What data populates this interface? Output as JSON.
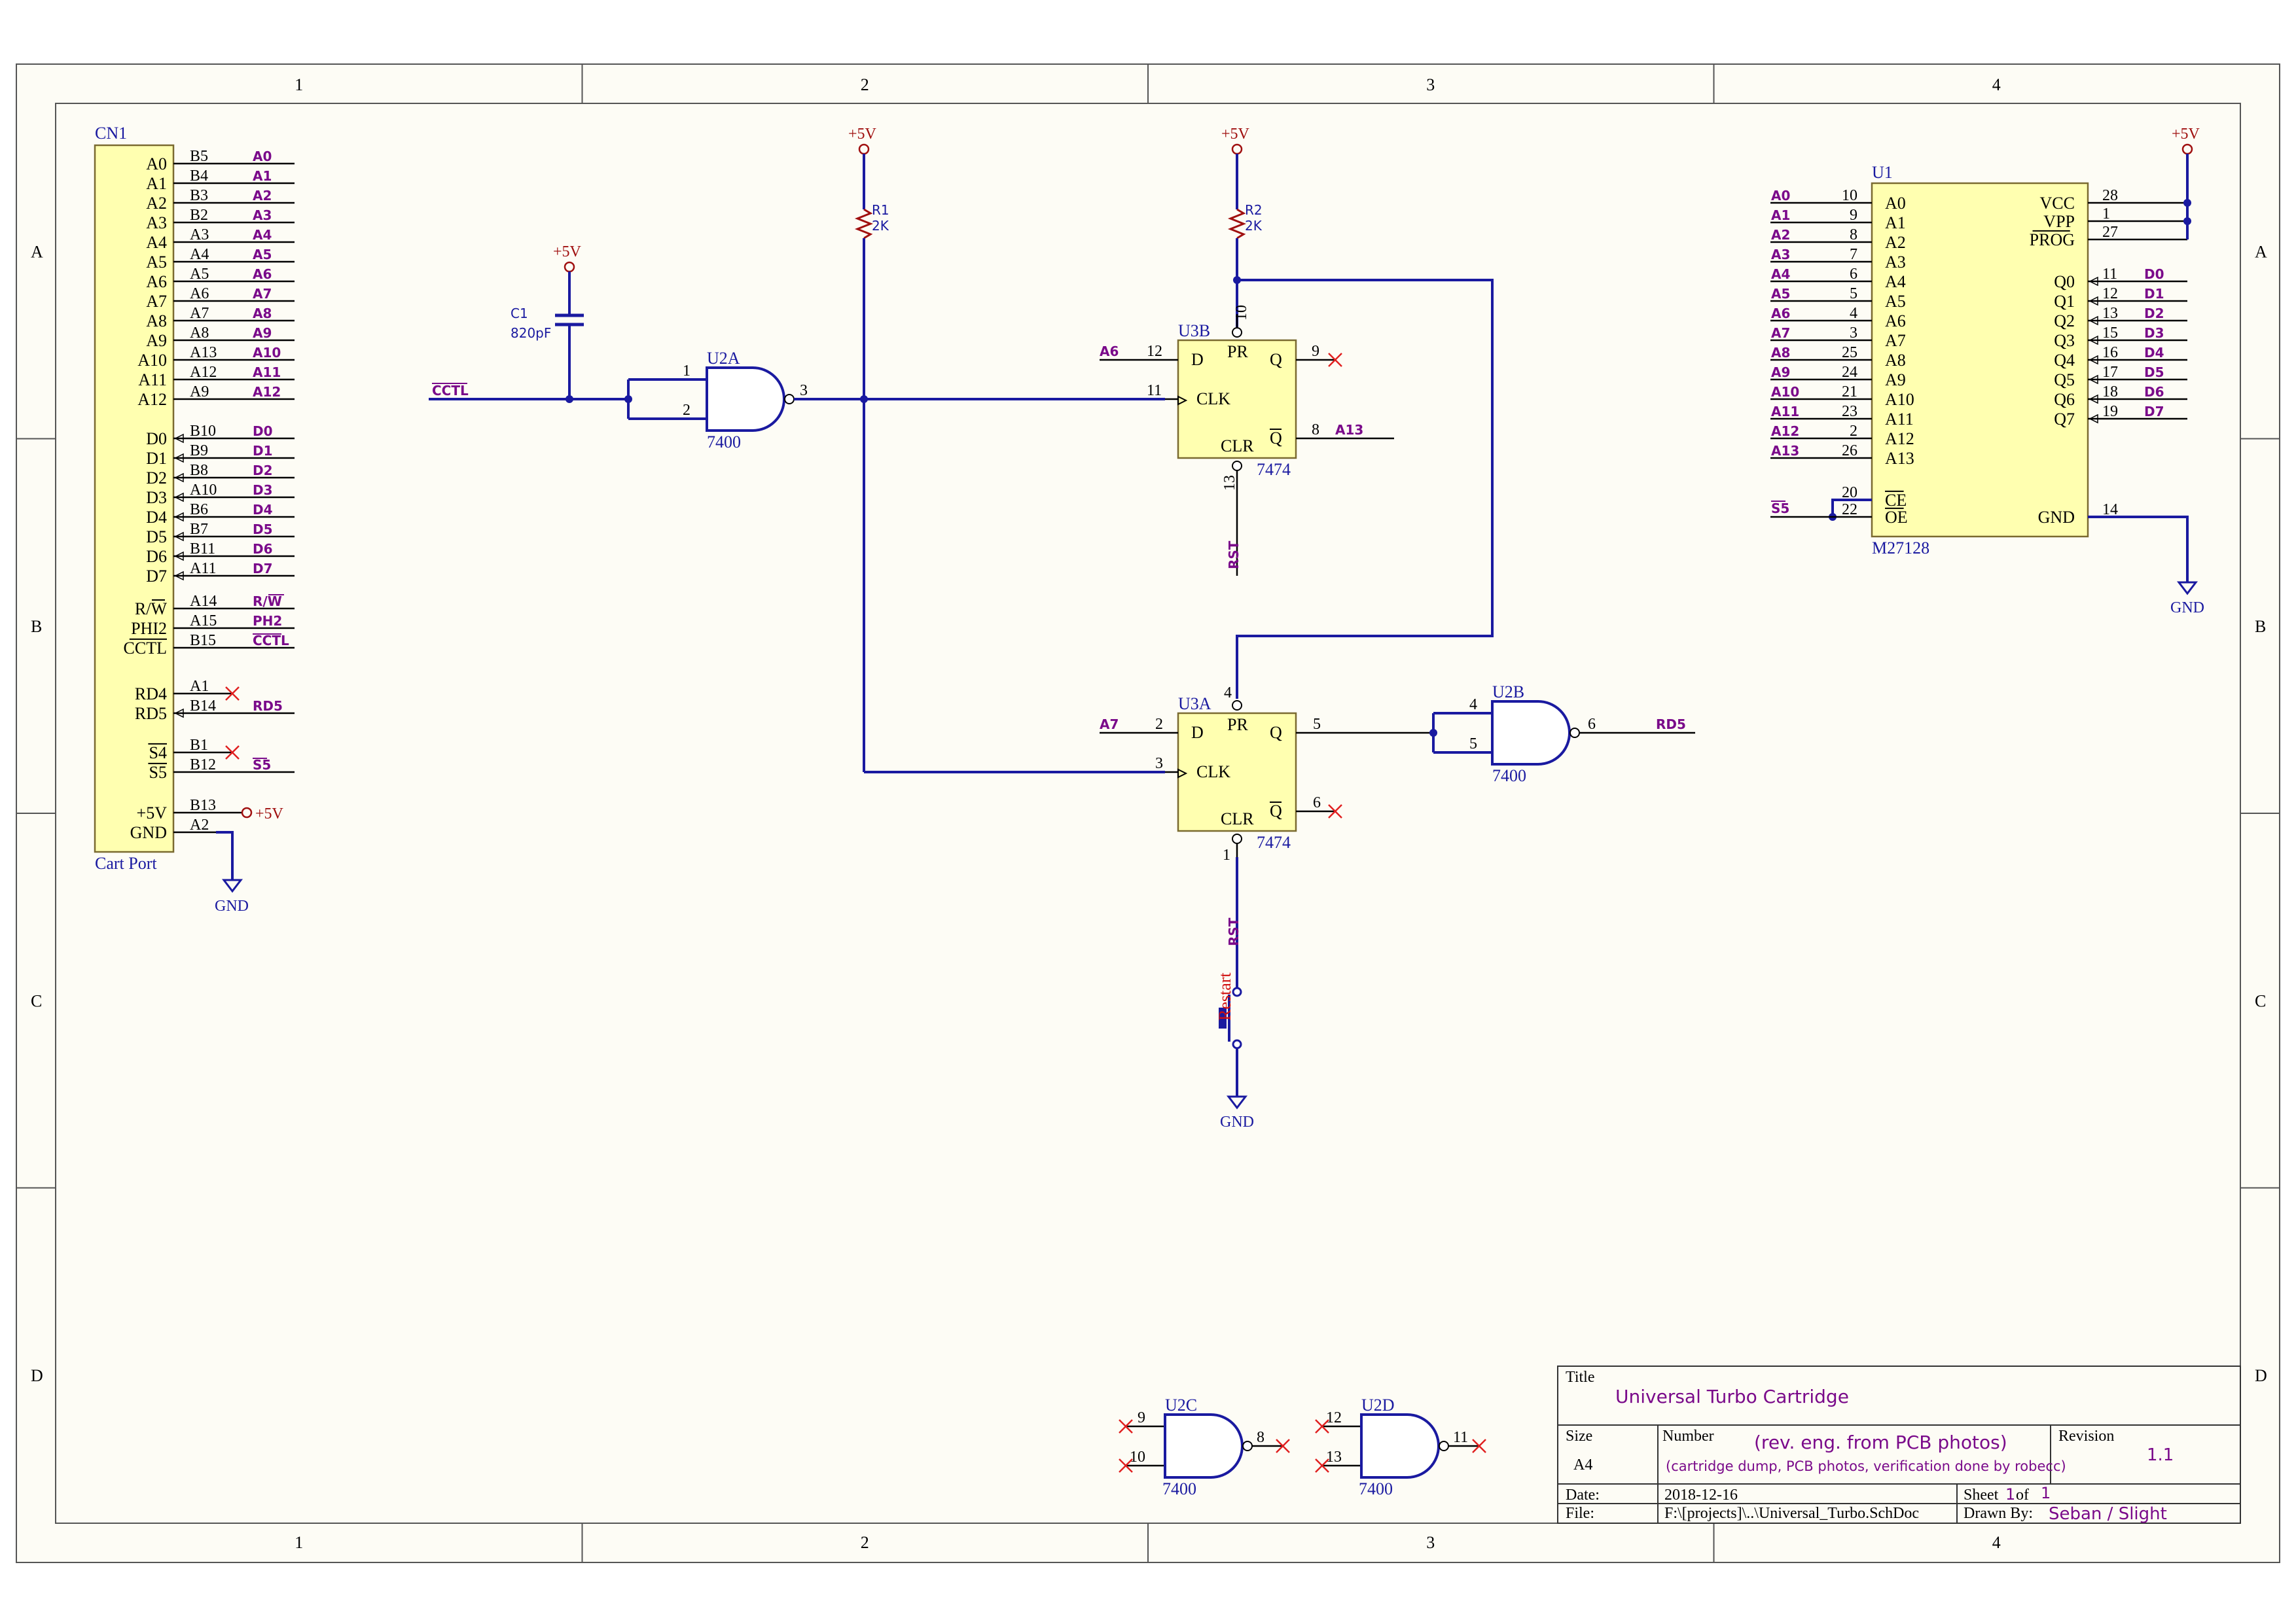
{
  "zones": {
    "columns": [
      "1",
      "2",
      "3",
      "4"
    ],
    "rows": [
      "A",
      "B",
      "C",
      "D"
    ]
  },
  "cn1": {
    "designator": "CN1",
    "comment": "Cart Port",
    "address_pins": [
      {
        "name": "A0",
        "pin": "B5",
        "net": "A0"
      },
      {
        "name": "A1",
        "pin": "B4",
        "net": "A1"
      },
      {
        "name": "A2",
        "pin": "B3",
        "net": "A2"
      },
      {
        "name": "A3",
        "pin": "B2",
        "net": "A3"
      },
      {
        "name": "A4",
        "pin": "A3",
        "net": "A4"
      },
      {
        "name": "A5",
        "pin": "A4",
        "net": "A5"
      },
      {
        "name": "A6",
        "pin": "A5",
        "net": "A6"
      },
      {
        "name": "A7",
        "pin": "A6",
        "net": "A7"
      },
      {
        "name": "A8",
        "pin": "A7",
        "net": "A8"
      },
      {
        "name": "A9",
        "pin": "A8",
        "net": "A9"
      },
      {
        "name": "A10",
        "pin": "A13",
        "net": "A10"
      },
      {
        "name": "A11",
        "pin": "A12",
        "net": "A11"
      },
      {
        "name": "A12",
        "pin": "A9",
        "net": "A12"
      }
    ],
    "data_pins": [
      {
        "name": "D0",
        "pin": "B10",
        "net": "D0"
      },
      {
        "name": "D1",
        "pin": "B9",
        "net": "D1"
      },
      {
        "name": "D2",
        "pin": "B8",
        "net": "D2"
      },
      {
        "name": "D3",
        "pin": "A10",
        "net": "D3"
      },
      {
        "name": "D4",
        "pin": "B6",
        "net": "D4"
      },
      {
        "name": "D5",
        "pin": "B7",
        "net": "D5"
      },
      {
        "name": "D6",
        "pin": "B11",
        "net": "D6"
      },
      {
        "name": "D7",
        "pin": "A11",
        "net": "D7"
      }
    ],
    "control_pins": [
      {
        "name": "R/W",
        "pin": "A14",
        "net": "R/W"
      },
      {
        "name": "PHI2",
        "pin": "A15",
        "net": "PH2"
      },
      {
        "name": "CCTL",
        "pin": "B15",
        "net": "CCTL"
      }
    ],
    "rd_pins": [
      {
        "name": "RD4",
        "pin": "A1",
        "net": ""
      },
      {
        "name": "RD5",
        "pin": "B14",
        "net": "RD5"
      }
    ],
    "s_pins": [
      {
        "name": "S4",
        "pin": "B1",
        "net": ""
      },
      {
        "name": "S5",
        "pin": "B12",
        "net": "S5"
      }
    ],
    "power_pins": [
      {
        "name": "+5V",
        "pin": "B13",
        "net": "+5V"
      },
      {
        "name": "GND",
        "pin": "A2",
        "net": ""
      }
    ],
    "gnd_label": "GND"
  },
  "power": {
    "vcc": "+5V",
    "gnd": "GND"
  },
  "c1": {
    "designator": "C1",
    "value": "820pF",
    "supply": "+5V"
  },
  "r1": {
    "designator": "R1",
    "value": "2K",
    "supply": "+5V"
  },
  "r2": {
    "designator": "R2",
    "value": "2K",
    "supply": "+5V"
  },
  "cctl_net": "CCTL",
  "u2a": {
    "designator": "U2A",
    "part": "7400",
    "in1": "1",
    "in2": "2",
    "out": "3"
  },
  "u2b": {
    "designator": "U2B",
    "part": "7400",
    "in1": "4",
    "in2": "5",
    "out": "6",
    "out_net": "RD5"
  },
  "u2c": {
    "designator": "U2C",
    "part": "7400",
    "in1": "9",
    "in2": "10",
    "out": "8"
  },
  "u2d": {
    "designator": "U2D",
    "part": "7400",
    "in1": "12",
    "in2": "13",
    "out": "11"
  },
  "u3b": {
    "designator": "U3B",
    "part": "7474",
    "d_pin": "12",
    "d_net": "A6",
    "clk_pin": "11",
    "pr_pin": "10",
    "clr_pin": "13",
    "q_pin": "9",
    "qn_pin": "8",
    "qn_net": "A13",
    "clr_net": "RST",
    "labels": {
      "d": "D",
      "clk": "CLK",
      "pr": "PR",
      "clr": "CLR",
      "q": "Q",
      "qn": "Q"
    }
  },
  "u3a": {
    "designator": "U3A",
    "part": "7474",
    "d_pin": "2",
    "d_net": "A7",
    "clk_pin": "3",
    "pr_pin": "4",
    "clr_pin": "1",
    "q_pin": "5",
    "qn_pin": "6",
    "clr_net": "RST",
    "labels": {
      "d": "D",
      "clk": "CLK",
      "pr": "PR",
      "clr": "CLR",
      "q": "Q",
      "qn": "Q"
    }
  },
  "restart": {
    "label": "Restart",
    "gnd": "GND"
  },
  "u1": {
    "designator": "U1",
    "part": "M27128",
    "addr": [
      {
        "name": "A0",
        "pin": "10",
        "net": "A0"
      },
      {
        "name": "A1",
        "pin": "9",
        "net": "A1"
      },
      {
        "name": "A2",
        "pin": "8",
        "net": "A2"
      },
      {
        "name": "A3",
        "pin": "7",
        "net": "A3"
      },
      {
        "name": "A4",
        "pin": "6",
        "net": "A4"
      },
      {
        "name": "A5",
        "pin": "5",
        "net": "A5"
      },
      {
        "name": "A6",
        "pin": "4",
        "net": "A6"
      },
      {
        "name": "A7",
        "pin": "3",
        "net": "A7"
      },
      {
        "name": "A8",
        "pin": "25",
        "net": "A8"
      },
      {
        "name": "A9",
        "pin": "24",
        "net": "A9"
      },
      {
        "name": "A10",
        "pin": "21",
        "net": "A10"
      },
      {
        "name": "A11",
        "pin": "23",
        "net": "A11"
      },
      {
        "name": "A12",
        "pin": "2",
        "net": "A12"
      },
      {
        "name": "A13",
        "pin": "26",
        "net": "A13"
      }
    ],
    "ctrl": [
      {
        "name": "CE",
        "pin": "20"
      },
      {
        "name": "OE",
        "pin": "22"
      }
    ],
    "s5_net": "S5",
    "power": [
      {
        "name": "VCC",
        "pin": "28"
      },
      {
        "name": "VPP",
        "pin": "1"
      },
      {
        "name": "PROG",
        "pin": "27"
      }
    ],
    "data": [
      {
        "name": "Q0",
        "pin": "11",
        "net": "D0"
      },
      {
        "name": "Q1",
        "pin": "12",
        "net": "D1"
      },
      {
        "name": "Q2",
        "pin": "13",
        "net": "D2"
      },
      {
        "name": "Q3",
        "pin": "15",
        "net": "D3"
      },
      {
        "name": "Q4",
        "pin": "16",
        "net": "D4"
      },
      {
        "name": "Q5",
        "pin": "17",
        "net": "D5"
      },
      {
        "name": "Q6",
        "pin": "18",
        "net": "D6"
      },
      {
        "name": "Q7",
        "pin": "19",
        "net": "D7"
      }
    ],
    "gnd": {
      "name": "GND",
      "pin": "14"
    },
    "vcc_label": "+5V",
    "gnd_label": "GND"
  },
  "title_block": {
    "title_label": "Title",
    "title": "Universal Turbo Cartridge",
    "size_label": "Size",
    "size": "A4",
    "number_label": "Number",
    "number": "(rev. eng. from PCB photos)",
    "number_note": "(cartridge dump, PCB photos, verification done by robecc)",
    "revision_label": "Revision",
    "revision": "1.1",
    "date_label": "Date:",
    "date": "2018-12-16",
    "sheet_label": "Sheet",
    "sheet": "1",
    "of_label": "of",
    "sheets": "1",
    "file_label": "File:",
    "file": "F:\\[projects]\\..\\Universal_Turbo.SchDoc",
    "drawn_label": "Drawn By:",
    "drawn": "Seban / Slight"
  }
}
